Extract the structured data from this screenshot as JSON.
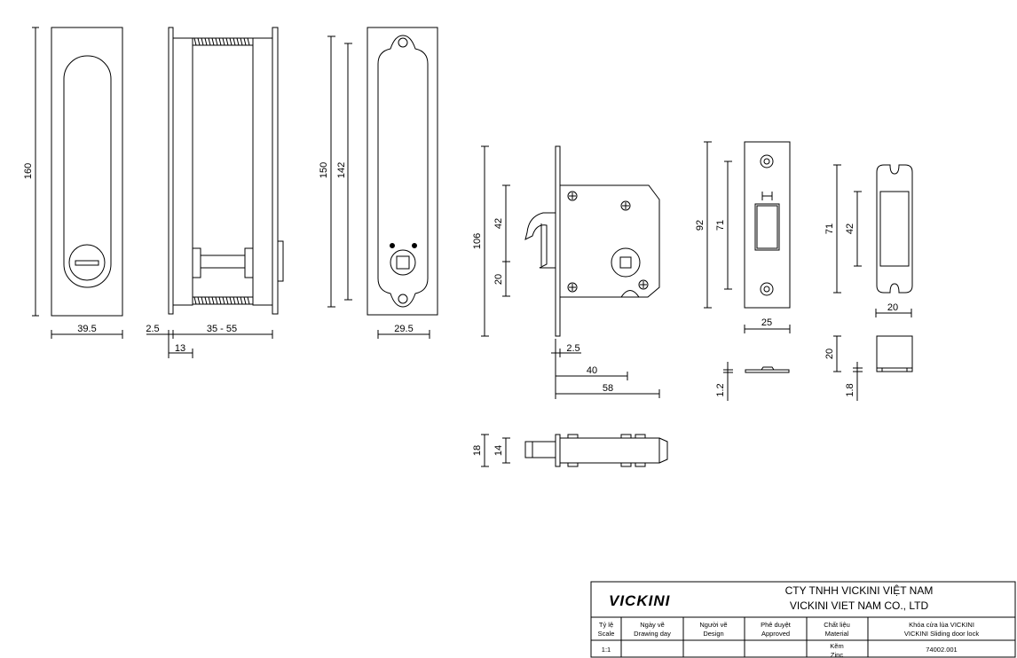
{
  "dimensions": {
    "front_height": "160",
    "front_width": "39.5",
    "side_plate": "2.5",
    "side_range": "35 - 55",
    "side_depth": "13",
    "back_height": "150",
    "back_inner": "142",
    "back_width": "29.5",
    "lock_height": "106",
    "lock_upper": "42",
    "lock_lower": "20",
    "lock_faceplate": "2.5",
    "lock_backset": "40",
    "lock_depth": "58",
    "strike_height": "92",
    "strike_inner": "71",
    "strike_width": "25",
    "strike_thk": "1.2",
    "keeper_height": "71",
    "keeper_inner": "42",
    "keeper_width": "20",
    "keeper_depth": "20",
    "keeper_thk": "1.8",
    "top_outer": "18",
    "top_inner": "14"
  },
  "title_block": {
    "logo": "VICKINI",
    "company_vn": "CTY TNHH VICKINI VIỆT NAM",
    "company_en": "VICKINI VIET NAM CO., LTD",
    "headers": [
      {
        "vn": "Tỷ lệ",
        "en": "Scale"
      },
      {
        "vn": "Ngày vẽ",
        "en": "Drawing day"
      },
      {
        "vn": "Người vẽ",
        "en": "Design"
      },
      {
        "vn": "Phê duyệt",
        "en": "Approved"
      },
      {
        "vn": "Chất liệu",
        "en": "Material"
      },
      {
        "vn": "Khóa cửa lùa VICKINI",
        "en": "VICKINI Sliding door lock"
      }
    ],
    "scale_value": "1:1",
    "material_vn": "Kẽm",
    "material_en": "Zinc",
    "part_number": "74002.001"
  }
}
